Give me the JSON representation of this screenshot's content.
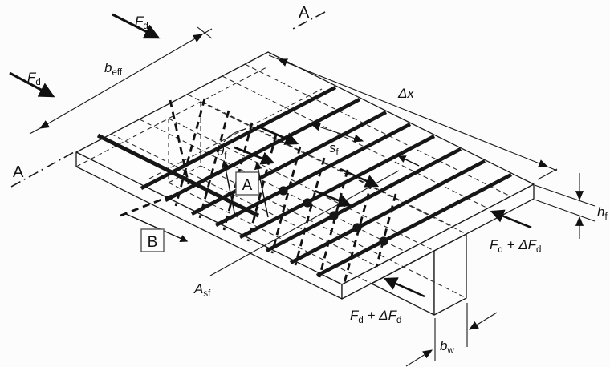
{
  "figure": {
    "background": "#fcfcfc",
    "line_color": "#1a1a1a",
    "description": "Isometric diagram of T-beam flange-web connection with transverse reinforcement, compressive struts, forces and dimensions"
  },
  "labels": {
    "fd_left": {
      "main": "F",
      "sub": "d"
    },
    "fd_top": {
      "main": "F",
      "sub": "d"
    },
    "b_eff": {
      "main": "b",
      "sub": "eff"
    },
    "delta_x": {
      "text": "Δx"
    },
    "s_f": {
      "main": "s",
      "sub": "f"
    },
    "theta_f": {
      "main": "θ",
      "sub": "f"
    },
    "a_sf": {
      "main": "A",
      "sub": "sf"
    },
    "h_f": {
      "main": "h",
      "sub": "f"
    },
    "b_w": {
      "main": "b",
      "sub": "w"
    },
    "fd_plus_right": {
      "f": "F",
      "fsub": "d",
      "op": " + Δ",
      "f2": "F",
      "f2sub": "d"
    },
    "fd_plus_bottom": {
      "f": "F",
      "fsub": "d",
      "op": " + Δ",
      "f2": "F",
      "f2sub": "d"
    }
  },
  "sections": {
    "top": "A",
    "left": "A"
  },
  "callouts": {
    "strut_box": "A",
    "bar_box": "B"
  }
}
